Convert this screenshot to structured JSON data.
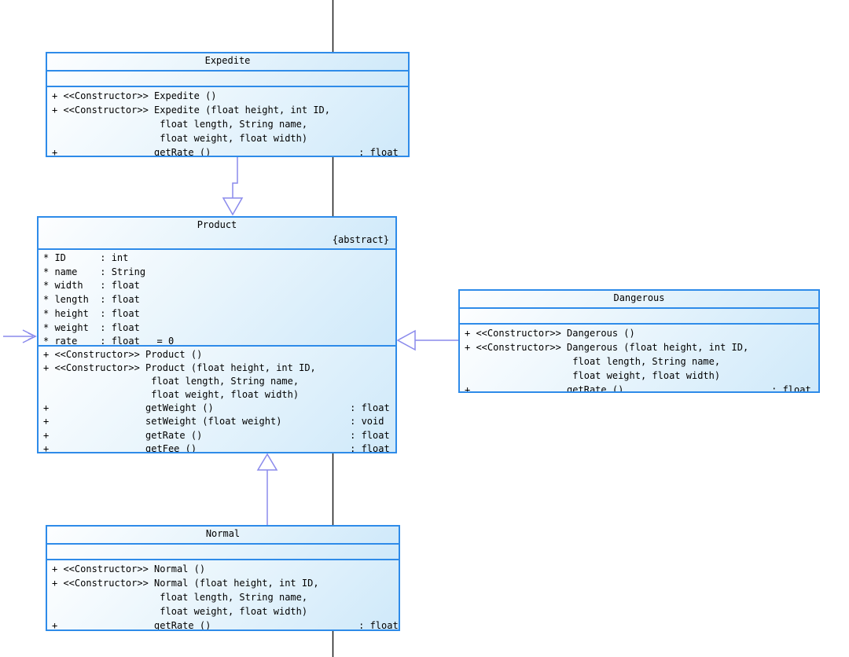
{
  "diagram": {
    "type": "uml-class-diagram",
    "colors": {
      "box_border": "#2e8be9",
      "box_fill_top": "#fdfeff",
      "box_fill_bottom": "#cfe9fa",
      "connector": "#8a8aec",
      "lifeline": "#1a1a1a",
      "text": "#000000"
    },
    "classes": [
      {
        "name": "Expedite",
        "attributes": [],
        "operations": [
          "+ <<Constructor>> Expedite ()",
          "+ <<Constructor>> Expedite (float height, int ID,",
          "                   float length, String name,",
          "                   float weight, float width)",
          "+                 getRate ()                          : float"
        ]
      },
      {
        "name": "Product",
        "modifier": "{abstract}",
        "attributes": [
          "* ID      : int",
          "* name    : String",
          "* width   : float",
          "* length  : float",
          "* height  : float",
          "* weight  : float",
          "* rate    : float   = 0"
        ],
        "operations": [
          "+ <<Constructor>> Product ()",
          "+ <<Constructor>> Product (float height, int ID,",
          "                   float length, String name,",
          "                   float weight, float width)",
          "+                 getWeight ()                        : float",
          "+                 setWeight (float weight)            : void",
          "+                 getRate ()                          : float",
          "+                 getFee ()                           : float"
        ]
      },
      {
        "name": "Dangerous",
        "attributes": [],
        "operations": [
          "+ <<Constructor>> Dangerous ()",
          "+ <<Constructor>> Dangerous (float height, int ID,",
          "                   float length, String name,",
          "                   float weight, float width)",
          "+                 getRate ()                          : float"
        ]
      },
      {
        "name": "Normal",
        "attributes": [],
        "operations": [
          "+ <<Constructor>> Normal ()",
          "+ <<Constructor>> Normal (float height, int ID,",
          "                   float length, String name,",
          "                   float weight, float width)",
          "+                 getRate ()                          : float"
        ]
      }
    ],
    "relationships": [
      {
        "type": "generalization",
        "from": "Expedite",
        "to": "Product"
      },
      {
        "type": "generalization",
        "from": "Dangerous",
        "to": "Product"
      },
      {
        "type": "generalization",
        "from": "Normal",
        "to": "Product"
      },
      {
        "type": "association-arrow",
        "to": "Product"
      }
    ]
  }
}
